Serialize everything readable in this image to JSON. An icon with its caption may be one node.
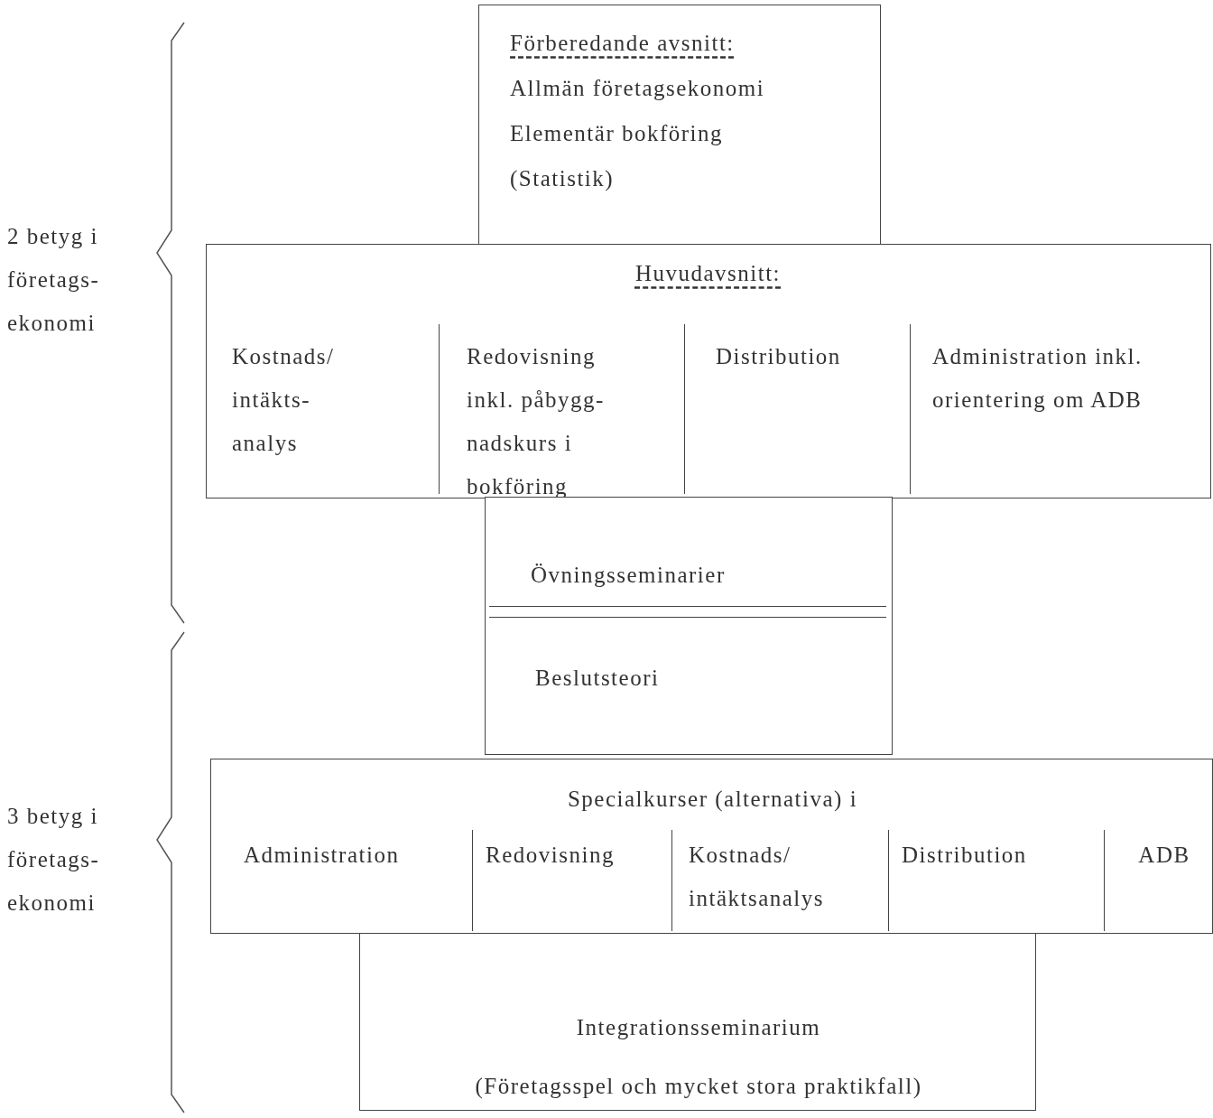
{
  "diagram": {
    "nodes": [
      {
        "text": [
          "Förberedande avsnitt:",
          "Allmän företagsekonomi",
          "Elementär bokföring",
          "(Statistik)"
        ]
      },
      {
        "text": [
          "Huvudavsnitt:"
        ]
      },
      {
        "text": [
          "Kostnads/ intäkts- analys"
        ],
        "in": 1
      },
      {
        "text": [
          "Redovisning inkl. påbygg- nadskurs i bokföring"
        ],
        "in": 1
      },
      {
        "text": [
          "Distribution"
        ],
        "in": 1
      },
      {
        "text": [
          "Administration inkl. orientering om ADB"
        ],
        "in": 1
      },
      {
        "text": [
          "Övningsseminarier",
          "Beslutsteori"
        ]
      },
      {
        "text": [
          "Specialkurser (alternativa) i"
        ]
      },
      {
        "text": [
          "Administration"
        ],
        "in": 7
      },
      {
        "text": [
          "Redovisning"
        ],
        "in": 7
      },
      {
        "text": [
          "Kostnads/ intäktsanalys"
        ],
        "in": 7
      },
      {
        "text": [
          "Distribution"
        ],
        "in": 7
      },
      {
        "text": [
          "ADB"
        ],
        "in": 7
      },
      {
        "text": [
          "Integrationsseminarium",
          "(Företagsspel och mycket stora praktikfall)"
        ]
      }
    ],
    "edges": [],
    "labels": [
      "2 betyg i företags- ekonomi",
      "3 betyg i företags- ekonomi"
    ]
  }
}
